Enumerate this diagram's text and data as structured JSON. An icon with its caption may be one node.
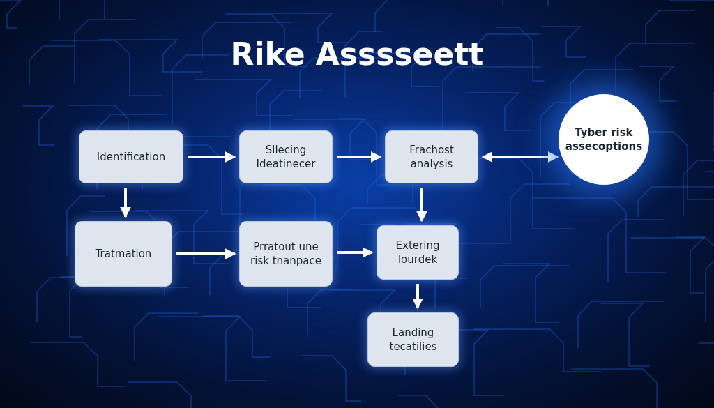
{
  "diagram": {
    "title": "Rike Asssseett",
    "nodes": [
      {
        "text": [
          "Identification"
        ]
      },
      {
        "text": [
          "Sllecing Ideatinecer"
        ]
      },
      {
        "text": [
          "Frachost analysis"
        ]
      },
      {
        "text": [
          "Tyber risk assecoptions"
        ]
      },
      {
        "text": [
          "Tratmation"
        ]
      },
      {
        "text": [
          "Prratout une risk tnanpace"
        ]
      },
      {
        "text": [
          "Extering lourdek"
        ]
      },
      {
        "text": [
          "Landing tecatilies"
        ]
      }
    ],
    "edges": [
      {
        "from": 0,
        "to": 1,
        "arrow": "to"
      },
      {
        "from": 1,
        "to": 2,
        "arrow": "to"
      },
      {
        "from": 2,
        "to": 3,
        "arrow": "both"
      },
      {
        "from": 0,
        "to": 4,
        "arrow": "to"
      },
      {
        "from": 4,
        "to": 5,
        "arrow": "to"
      },
      {
        "from": 5,
        "to": 6,
        "arrow": "to"
      },
      {
        "from": 2,
        "to": 6,
        "arrow": "to"
      },
      {
        "from": 6,
        "to": 7,
        "arrow": "to"
      }
    ]
  }
}
